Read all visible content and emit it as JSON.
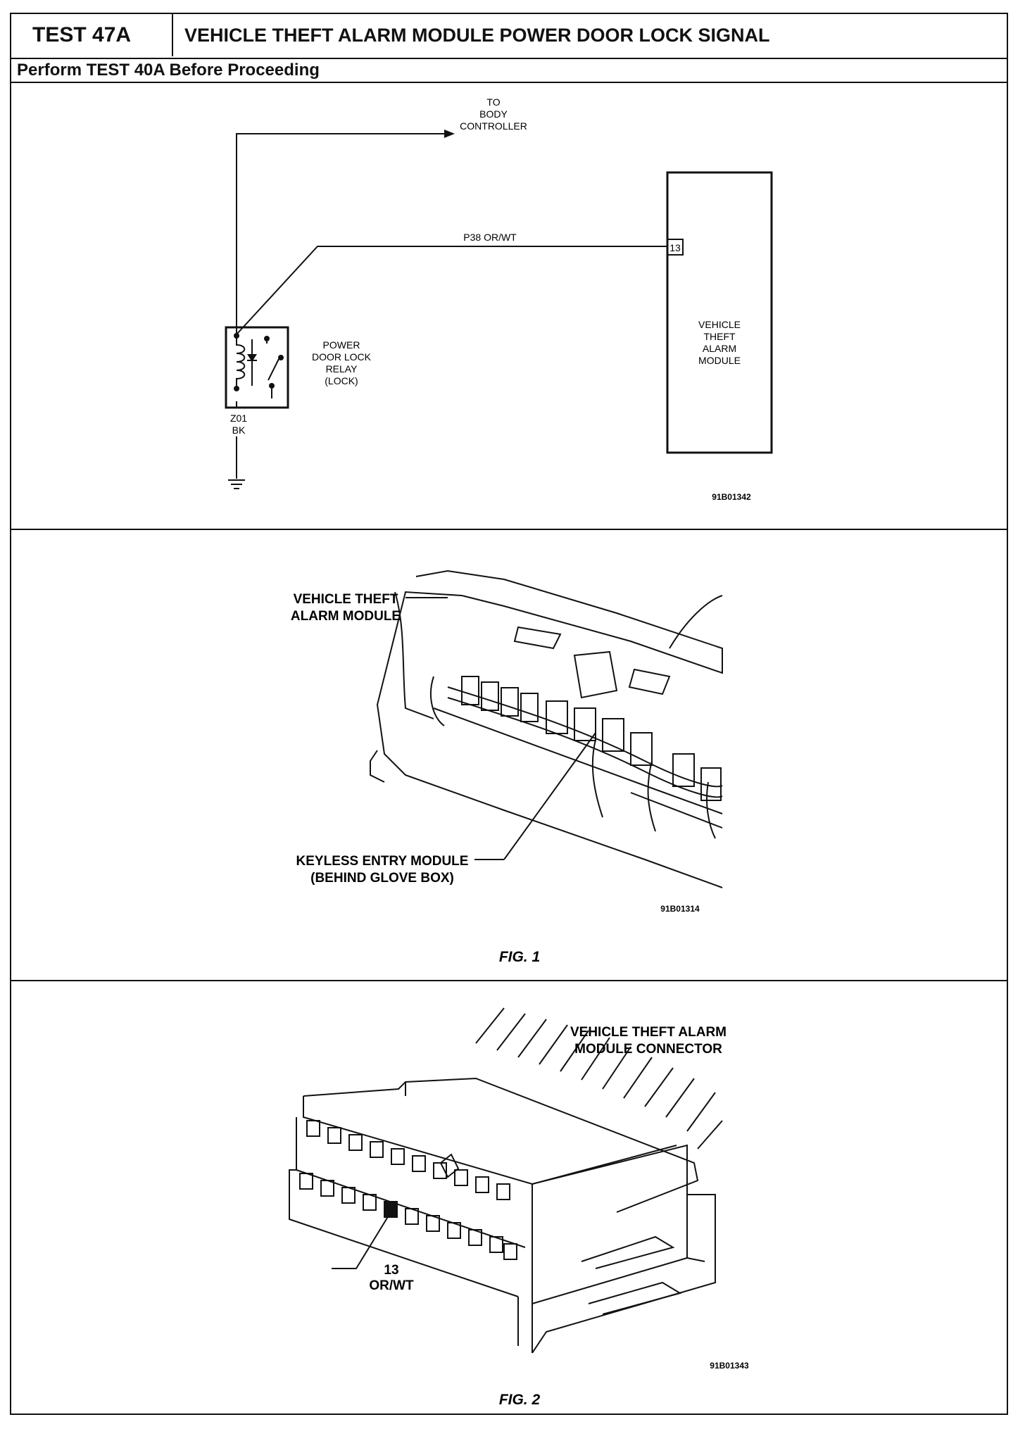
{
  "header": {
    "test_id": "TEST 47A",
    "title": "VEHICLE THEFT ALARM MODULE POWER DOOR LOCK SIGNAL",
    "prerequisite": "Perform TEST 40A Before Proceeding"
  },
  "schematic": {
    "to_body_controller": [
      "TO",
      "BODY",
      "CONTROLLER"
    ],
    "wire_label": "P38 OR/WT",
    "pin": "13",
    "module_label": [
      "VEHICLE",
      "THEFT",
      "ALARM",
      "MODULE"
    ],
    "relay_label": [
      "POWER",
      "DOOR LOCK",
      "RELAY",
      "(LOCK)"
    ],
    "ground_wire": [
      "Z01",
      "BK"
    ],
    "ref_no": "91B01342"
  },
  "fig1": {
    "callout_vtam": [
      "VEHICLE THEFT",
      "ALARM MODULE"
    ],
    "callout_keyless": [
      "KEYLESS ENTRY MODULE",
      "(BEHIND GLOVE BOX)"
    ],
    "ref_no": "91B01314",
    "caption": "FIG. 1"
  },
  "fig2": {
    "callout_connector": [
      "VEHICLE THEFT ALARM",
      "MODULE CONNECTOR"
    ],
    "pin_callout": [
      "13",
      "OR/WT"
    ],
    "ref_no": "91B01343",
    "caption": "FIG. 2"
  }
}
